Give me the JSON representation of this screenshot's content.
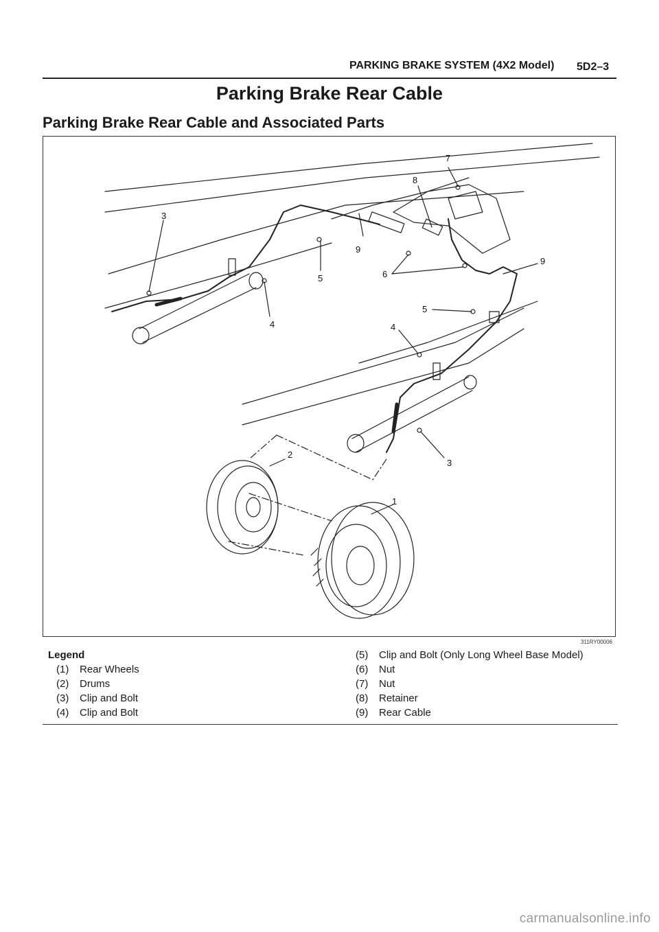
{
  "header": {
    "section": "PARKING BRAKE SYSTEM (4X2 Model)",
    "page": "5D2–3"
  },
  "title": "Parking Brake Rear Cable",
  "subtitle": "Parking Brake Rear Cable and Associated Parts",
  "figure": {
    "code": "311RY00006",
    "callouts": [
      "7",
      "8",
      "3",
      "9",
      "5",
      "6",
      "9",
      "4",
      "5",
      "4",
      "2",
      "3",
      "1"
    ]
  },
  "legend": {
    "title": "Legend",
    "left": [
      {
        "num": "(1)",
        "text": "Rear Wheels"
      },
      {
        "num": "(2)",
        "text": "Drums"
      },
      {
        "num": "(3)",
        "text": "Clip and Bolt"
      },
      {
        "num": "(4)",
        "text": "Clip and Bolt"
      }
    ],
    "right": [
      {
        "num": "(5)",
        "text": "Clip and Bolt (Only Long Wheel Base Model)"
      },
      {
        "num": "(6)",
        "text": "Nut"
      },
      {
        "num": "(7)",
        "text": "Nut"
      },
      {
        "num": "(8)",
        "text": "Retainer"
      },
      {
        "num": "(9)",
        "text": "Rear Cable"
      }
    ]
  },
  "footer": "carmanualsonline.info"
}
